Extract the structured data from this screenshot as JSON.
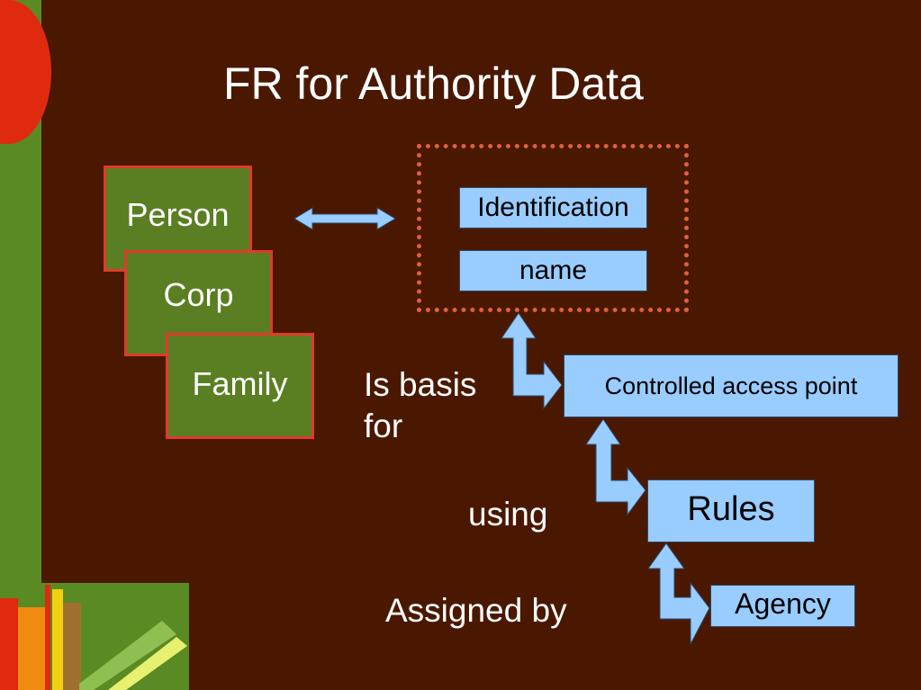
{
  "title": "FR for Authority Data",
  "entities": [
    "Person",
    "Corp",
    "Family"
  ],
  "boxes": {
    "identification": "Identification",
    "name": "name",
    "cap": "Controlled access point",
    "rules": "Rules",
    "agency": "Agency"
  },
  "labels": {
    "basis": "Is basis",
    "basis2": "for",
    "using": "using",
    "assigned": "Assigned by"
  },
  "colors": {
    "background": "#4a1800",
    "entity_fill": "#5a7f23",
    "entity_border": "#e03a2a",
    "box_fill": "#99ccff",
    "dotted_border": "#e0603a"
  }
}
